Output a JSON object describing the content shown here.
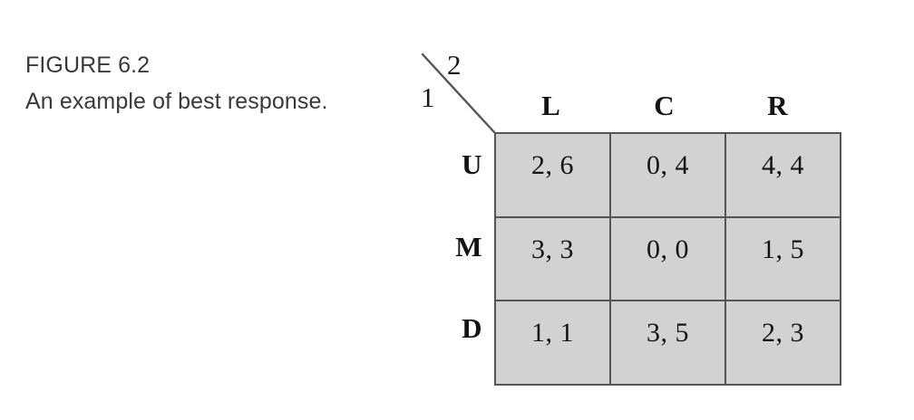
{
  "figure": {
    "label": "FIGURE 6.2",
    "description": "An example of best response."
  },
  "axes": {
    "row_player": "1",
    "col_player": "2",
    "divider": "diagonal-line"
  },
  "matrix": {
    "column_headers": [
      "L",
      "C",
      "R"
    ],
    "row_headers": [
      "U",
      "M",
      "D"
    ],
    "cells": [
      [
        "2, 6",
        "0, 4",
        "4, 4"
      ],
      [
        "3, 3",
        "0, 0",
        "1, 5"
      ],
      [
        "1, 1",
        "3, 5",
        "2, 3"
      ]
    ]
  },
  "colors": {
    "cell_fill": "#d2d2d2",
    "cell_border": "#555555",
    "caption_text": "#3a3a3a",
    "matrix_text": "#141414",
    "page_background": "#ffffff"
  }
}
